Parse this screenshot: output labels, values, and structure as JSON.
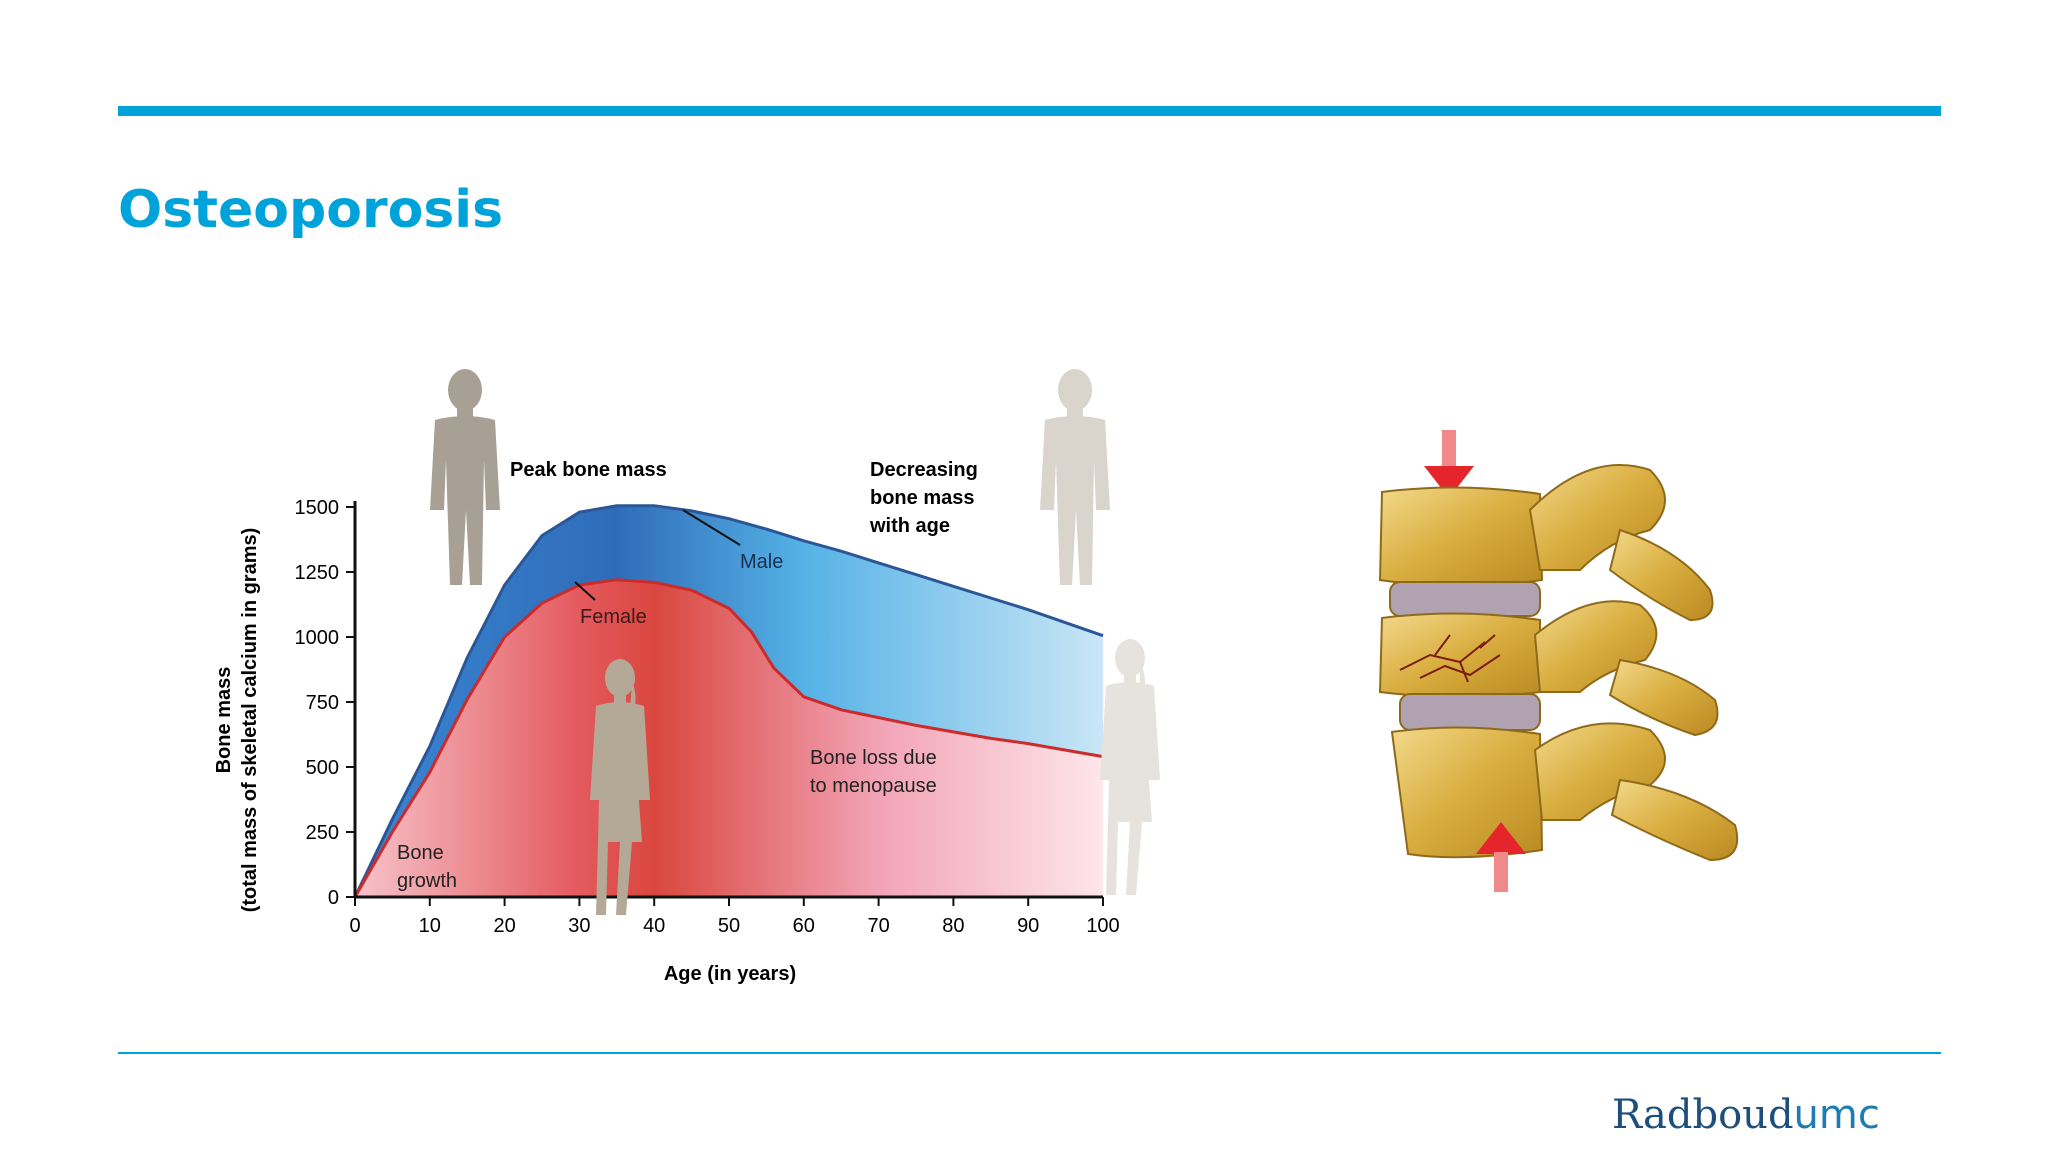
{
  "slide": {
    "title": "Osteoporosis"
  },
  "logo": {
    "part1": "Radboud",
    "part2": "umc"
  },
  "chart_data": {
    "type": "area",
    "xlabel": "Age (in years)",
    "ylabel_line1": "Bone mass",
    "ylabel_line2": "(total mass of skeletal calcium in grams)",
    "x_ticks": [
      "0",
      "10",
      "20",
      "30",
      "40",
      "50",
      "60",
      "70",
      "80",
      "90",
      "100"
    ],
    "y_ticks": [
      "0",
      "250",
      "500",
      "750",
      "1000",
      "1250",
      "1500"
    ],
    "xlim": [
      0,
      100
    ],
    "ylim": [
      0,
      1500
    ],
    "series": [
      {
        "name": "Male",
        "x": [
          0,
          5,
          10,
          15,
          20,
          25,
          30,
          35,
          40,
          45,
          50,
          55,
          60,
          65,
          70,
          75,
          80,
          85,
          90,
          95,
          100
        ],
        "y": [
          0,
          300,
          580,
          920,
          1200,
          1390,
          1480,
          1505,
          1505,
          1485,
          1455,
          1415,
          1370,
          1330,
          1285,
          1240,
          1195,
          1150,
          1105,
          1055,
          1005
        ]
      },
      {
        "name": "Female",
        "x": [
          0,
          5,
          10,
          15,
          20,
          25,
          30,
          35,
          40,
          45,
          50,
          53,
          56,
          60,
          65,
          70,
          75,
          80,
          85,
          90,
          95,
          100
        ],
        "y": [
          0,
          250,
          480,
          760,
          1000,
          1130,
          1200,
          1220,
          1210,
          1180,
          1110,
          1020,
          880,
          770,
          720,
          690,
          660,
          635,
          610,
          590,
          565,
          540
        ]
      }
    ],
    "colors": {
      "male_line": "#2b5797",
      "female_line": "#cc2b2b",
      "male_fill": "#4aa8e0",
      "female_fill": "#e04f55"
    },
    "annotations": {
      "peak": "Peak bone mass",
      "decreasing_1": "Decreasing",
      "decreasing_2": "bone mass",
      "decreasing_3": "with age",
      "menopause_1": "Bone loss due",
      "menopause_2": "to menopause",
      "growth_1": "Bone",
      "growth_2": "growth"
    },
    "legend": "none",
    "grid": false
  }
}
